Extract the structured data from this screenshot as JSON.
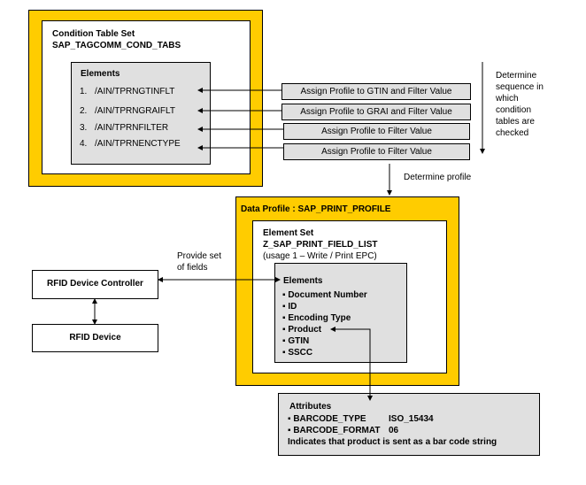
{
  "condition_table_set": {
    "title": "Condition Table Set",
    "name": "SAP_TAGCOMM_COND_TABS",
    "elements_title": "Elements",
    "elements": [
      {
        "num": "1.",
        "name": "/AIN/TPRNGTINFLT"
      },
      {
        "num": "2.",
        "name": "/AIN/TPRNGRAIFLT"
      },
      {
        "num": "3.",
        "name": "/AIN/TPRNFILTER"
      },
      {
        "num": "4.",
        "name": "/AIN/TPRNENCTYPE"
      }
    ]
  },
  "assign_buttons": [
    "Assign Profile to GTIN and Filter Value",
    "Assign Profile to GRAI and Filter Value",
    "Assign Profile to Filter Value",
    "Assign Profile to Filter Value"
  ],
  "notes": {
    "determine_sequence": [
      "Determine",
      "sequence in",
      "which",
      "condition",
      "tables are",
      "checked"
    ],
    "determine_profile": "Determine profile",
    "provide_set": [
      "Provide set",
      "of fields"
    ]
  },
  "data_profile": {
    "title": "Data Profile : SAP_PRINT_PROFILE",
    "element_set_title": "Element Set",
    "element_set_name": "Z_SAP_PRINT_FIELD_LIST",
    "usage": "(usage 1 – Write / Print EPC)",
    "elements_title": "Elements",
    "elements": [
      "Document Number",
      "ID",
      "Encoding Type",
      "Product",
      "GTIN",
      "SSCC"
    ]
  },
  "devices": {
    "controller": "RFID Device Controller",
    "device": "RFID Device"
  },
  "attributes": {
    "title": "Attributes",
    "items": [
      {
        "label": "BARCODE_TYPE",
        "value": "ISO_15434"
      },
      {
        "label": "BARCODE_FORMAT",
        "value": "06"
      }
    ],
    "note": "Indicates that product is sent as a bar code string"
  }
}
